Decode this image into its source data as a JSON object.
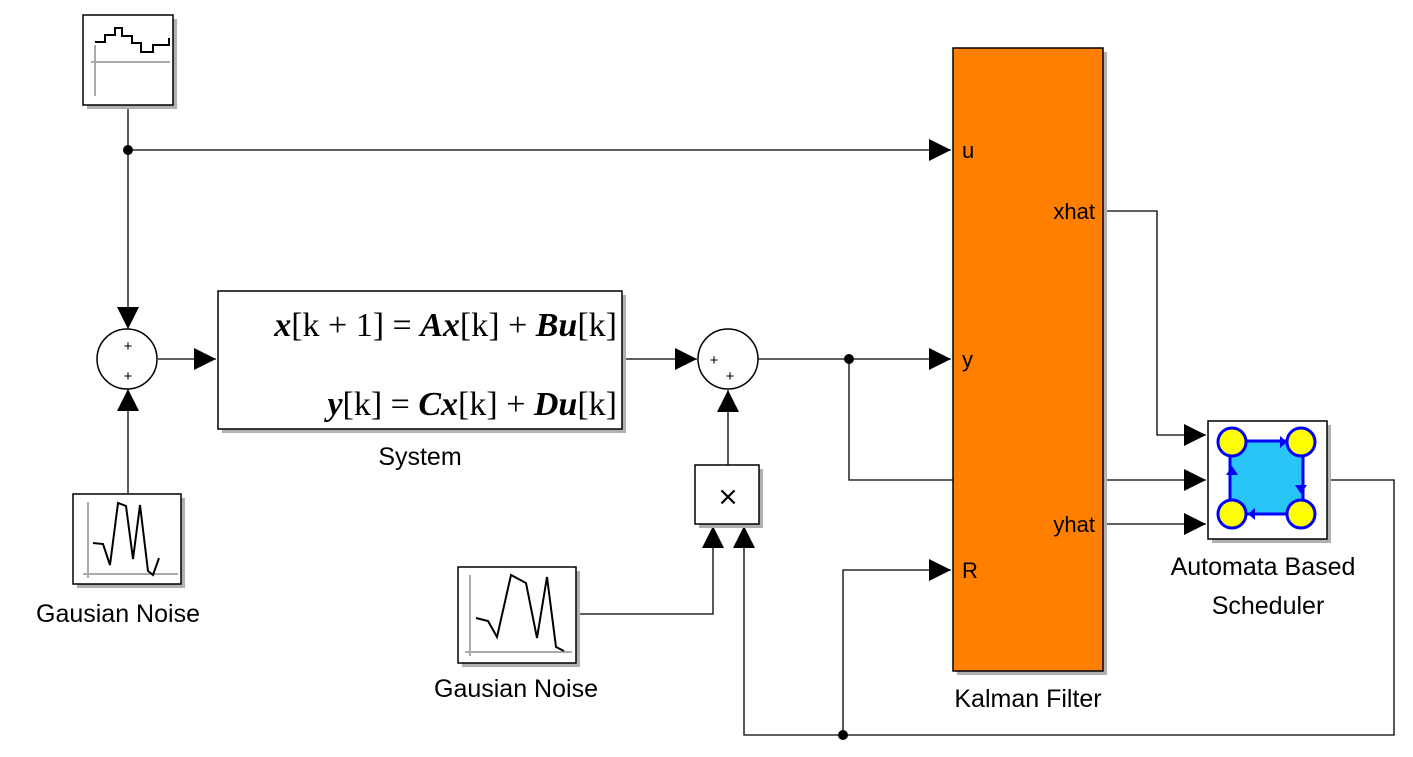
{
  "system": {
    "label": "System",
    "eq1": {
      "a": "x",
      "b": "[k + 1] = ",
      "c": "Ax",
      "d": "[k] + ",
      "e": "Bu",
      "f": "[k]"
    },
    "eq2": {
      "a": "y",
      "b": "[k] = ",
      "c": "Cx",
      "d": "[k] + ",
      "e": "Du",
      "f": "[k]"
    }
  },
  "noise1": {
    "label": "Gausian Noise"
  },
  "noise2": {
    "label": "Gausian Noise"
  },
  "sum1": {
    "sign_top": "+",
    "sign_bottom": "+"
  },
  "sum2": {
    "sign_left": "+",
    "sign_bottom": "+"
  },
  "product": {
    "symbol": "×"
  },
  "kalman": {
    "label": "Kalman Filter",
    "port_u": "u",
    "port_y": "y",
    "port_r": "R",
    "port_xhat": "xhat",
    "port_yhat": "yhat",
    "color": "#ff8000"
  },
  "scheduler": {
    "label_line1": "Automata Based",
    "label_line2": "Scheduler",
    "fill_color": "#29c5f6",
    "node_color": "#ffff00",
    "edge_color": "#0000ff"
  }
}
